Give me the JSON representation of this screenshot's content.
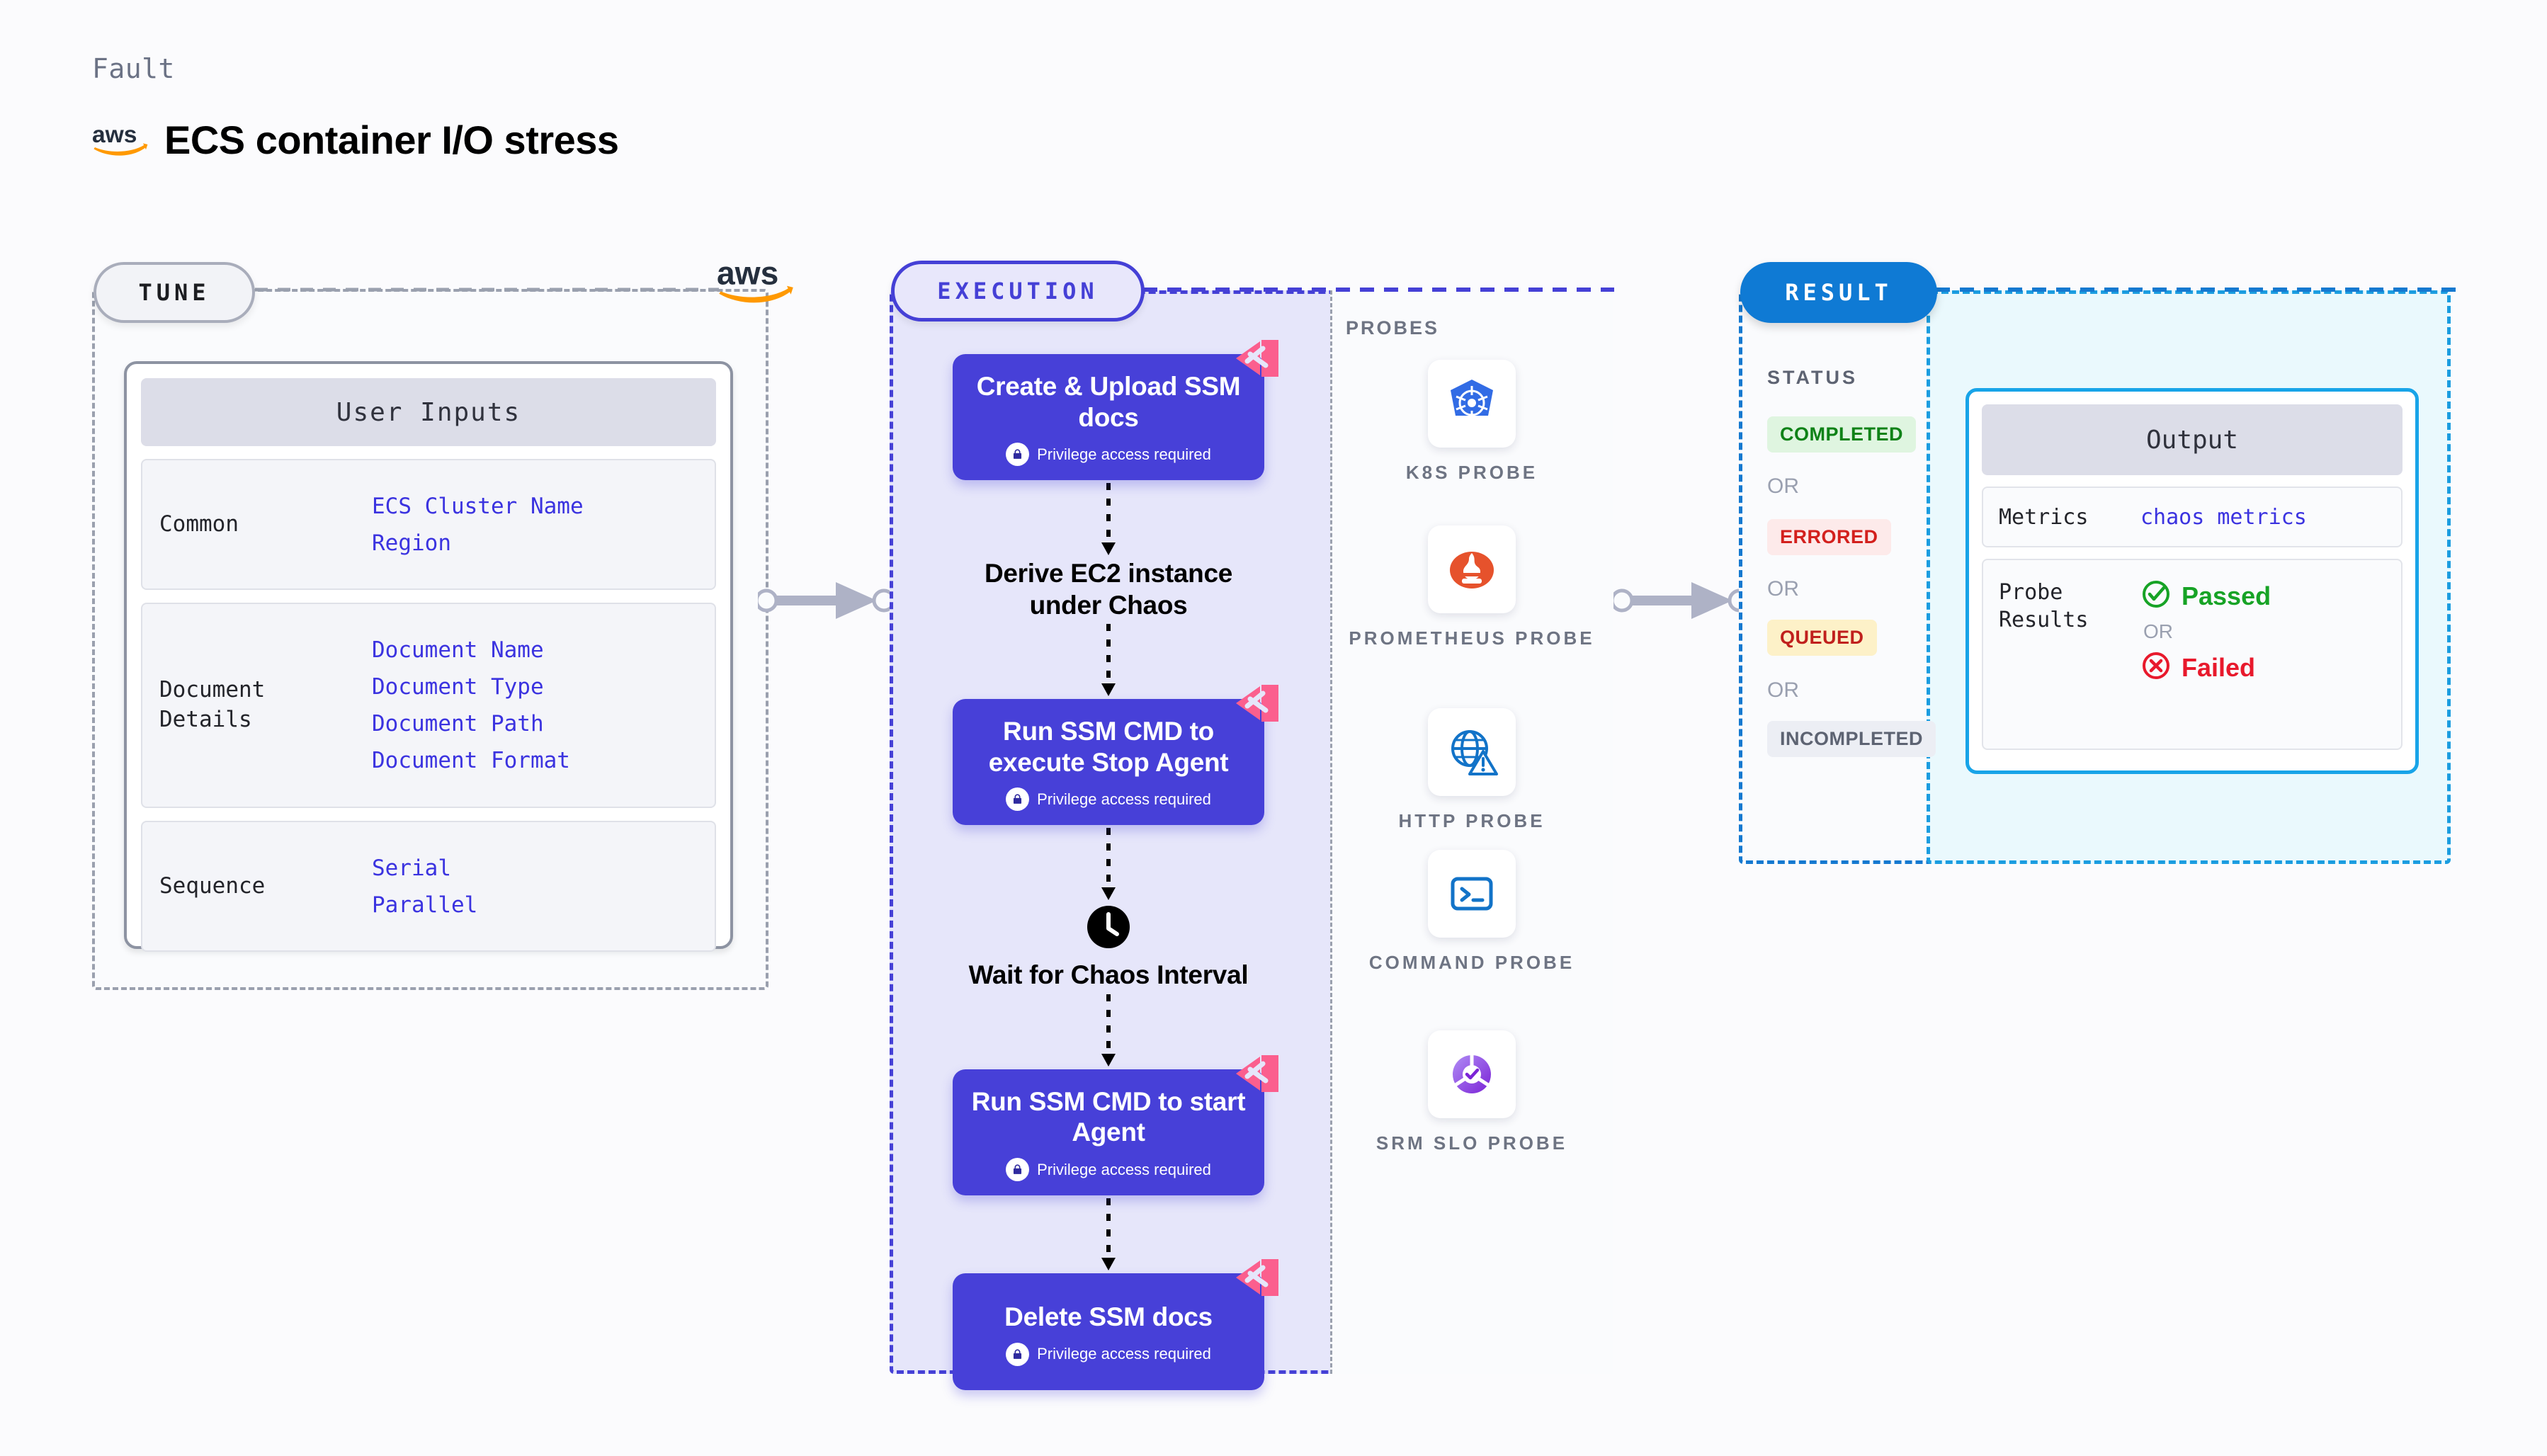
{
  "header": {
    "fault_label": "Fault",
    "brand_icon": "aws-logo",
    "title": "ECS container I/O stress"
  },
  "tune": {
    "badge": "TUNE",
    "brand_icon": "aws-logo",
    "card": {
      "header": "User Inputs",
      "sections": [
        {
          "label": "Common",
          "values": [
            "ECS Cluster Name",
            "Region"
          ]
        },
        {
          "label": "Document\nDetails",
          "values": [
            "Document Name",
            "Document Type",
            "Document Path",
            "Document Format"
          ]
        },
        {
          "label": "Sequence",
          "values": [
            "Serial",
            "Parallel"
          ]
        }
      ]
    }
  },
  "execution": {
    "badge": "EXECUTION",
    "privilege_note": "Privilege access required",
    "steps": [
      {
        "type": "card",
        "title": "Create & Upload SSM docs",
        "privilege": true
      },
      {
        "type": "plain",
        "title": "Derive EC2 instance under Chaos"
      },
      {
        "type": "card",
        "title": "Run SSM CMD to execute Stop Agent",
        "privilege": true
      },
      {
        "type": "clock",
        "title": "Wait for Chaos Interval"
      },
      {
        "type": "card",
        "title": "Run SSM CMD to start Agent",
        "privilege": true
      },
      {
        "type": "card",
        "title": "Delete SSM docs",
        "privilege": true
      }
    ]
  },
  "probes": {
    "title": "PROBES",
    "items": [
      {
        "label": "K8S PROBE",
        "icon": "kubernetes-icon"
      },
      {
        "label": "PROMETHEUS PROBE",
        "icon": "prometheus-icon"
      },
      {
        "label": "HTTP PROBE",
        "icon": "globe-warning-icon"
      },
      {
        "label": "COMMAND PROBE",
        "icon": "terminal-icon"
      },
      {
        "label": "SRM SLO PROBE",
        "icon": "srm-slo-icon"
      }
    ]
  },
  "result": {
    "badge": "RESULT",
    "status_title": "STATUS",
    "or_label": "OR",
    "statuses": [
      {
        "label": "COMPLETED",
        "bg": "#dff5e0",
        "color": "#0f8217"
      },
      {
        "label": "ERRORED",
        "bg": "#fdeaea",
        "color": "#d3201d"
      },
      {
        "label": "QUEUED",
        "bg": "#fdf1c8",
        "color": "#c0201d"
      },
      {
        "label": "INCOMPLETED",
        "bg": "#eceef4",
        "color": "#5d6372"
      }
    ]
  },
  "output": {
    "header": "Output",
    "metrics_label": "Metrics",
    "metrics_value": "chaos metrics",
    "probe_results_label": "Probe\nResults",
    "passed_label": "Passed",
    "failed_label": "Failed",
    "or_label": "OR"
  },
  "colors": {
    "execution_accent": "#4540d6",
    "result_accent": "#0f7ad4",
    "output_accent": "#18a4e8",
    "step_card": "#4740d8",
    "link_text": "#3b33e0"
  }
}
